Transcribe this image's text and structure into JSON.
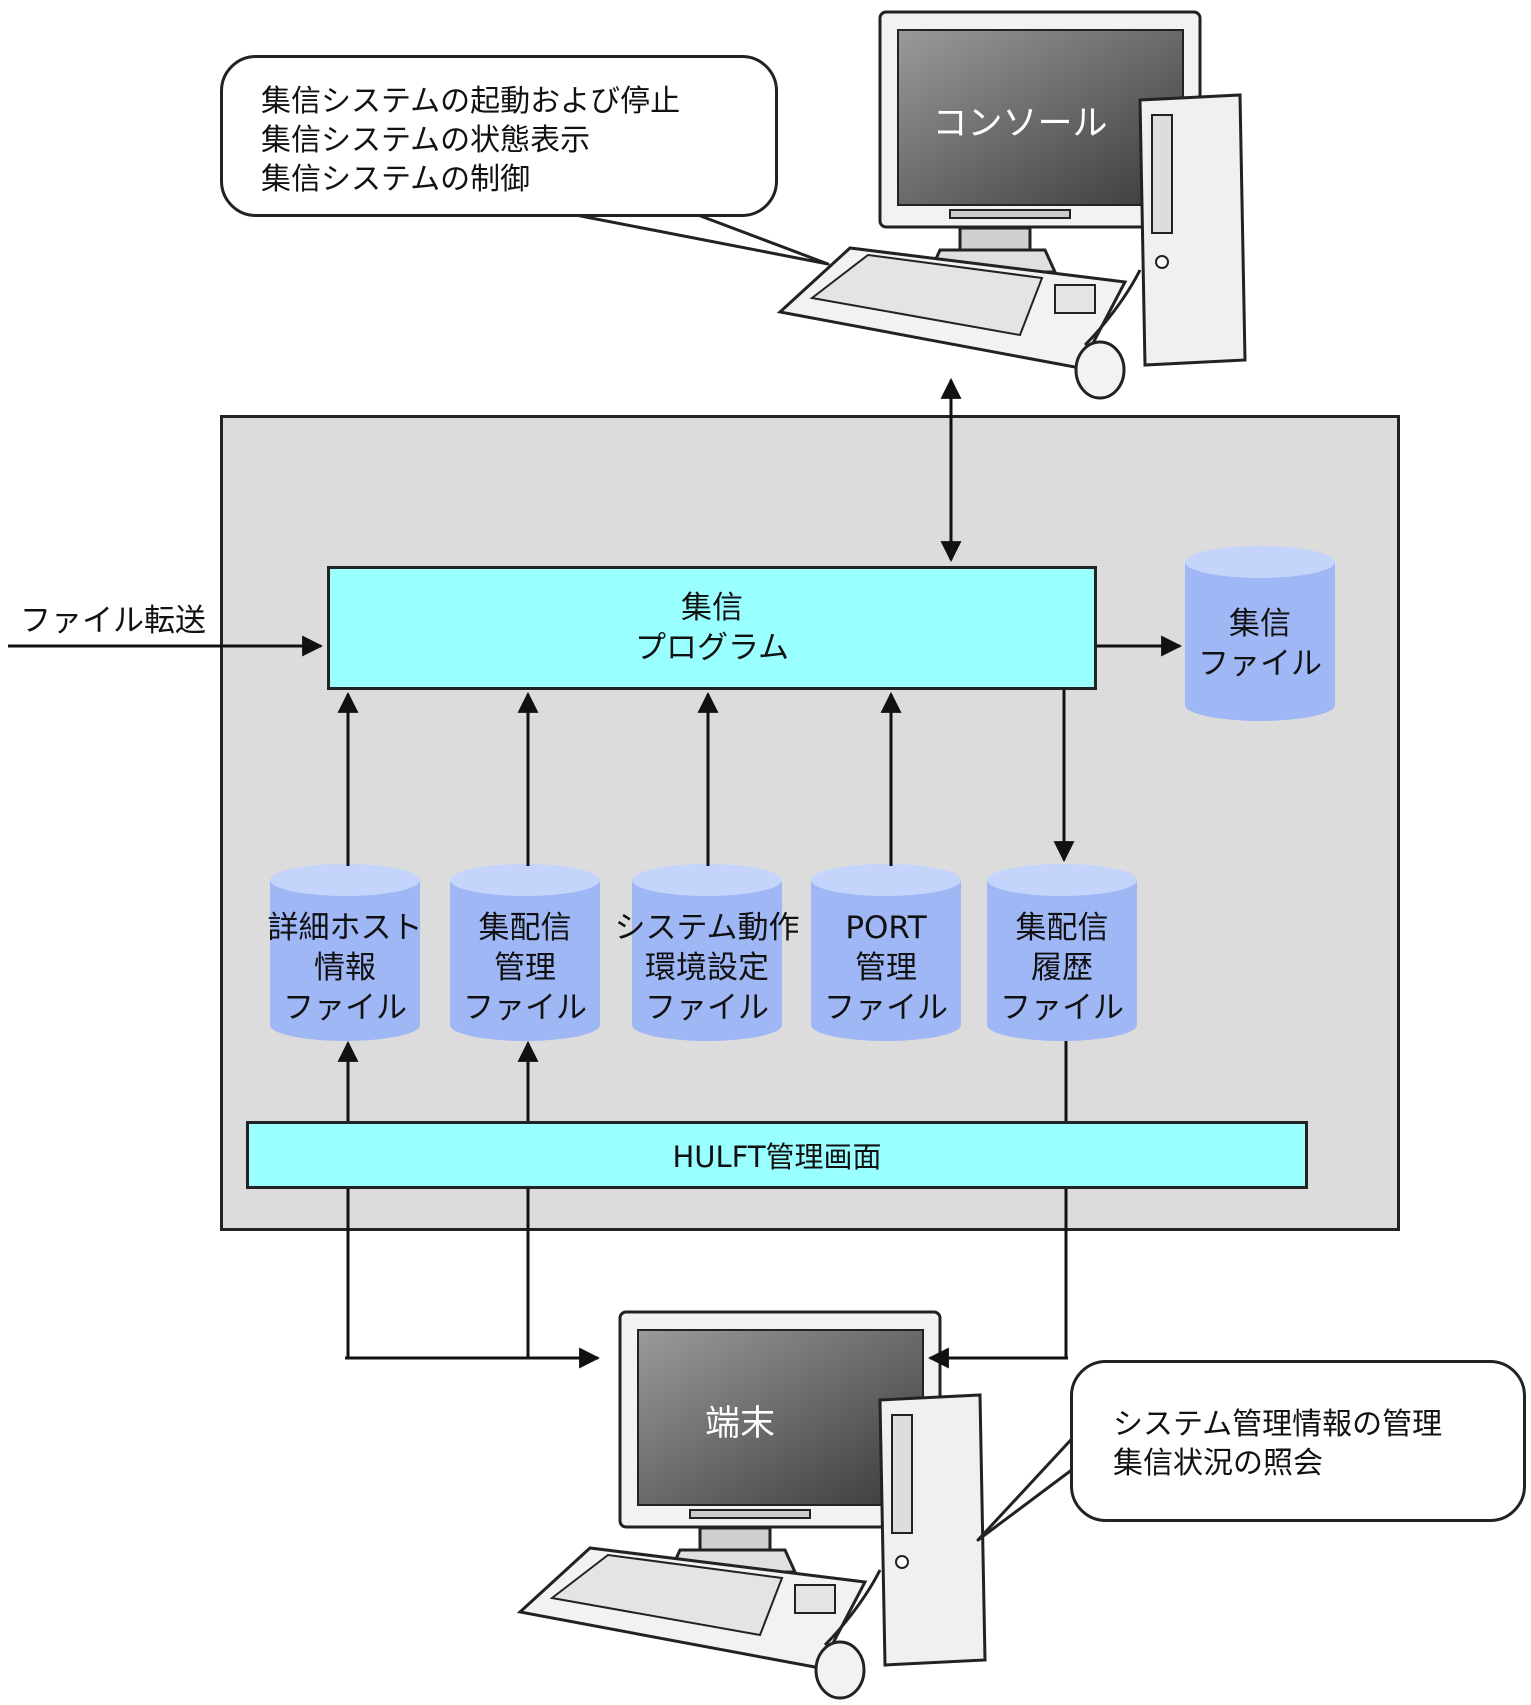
{
  "colors": {
    "system_background": "#dcdcdc",
    "program_box": "#99ffff",
    "cylinder": "#9fb7f5",
    "cylinder_top": "#c4d4fb",
    "outline": "#222222"
  },
  "console": {
    "screen_label": "コンソール",
    "callout_lines": [
      "集信システムの起動および停止",
      "集信システムの状態表示",
      "集信システムの制御"
    ]
  },
  "terminal": {
    "screen_label": "端末",
    "callout_lines": [
      "システム管理情報の管理",
      "集信状況の照会"
    ]
  },
  "input_label": "ファイル転送",
  "program": {
    "lines": [
      "集信",
      "プログラム"
    ]
  },
  "output_file": {
    "lines": [
      "集信",
      "ファイル"
    ]
  },
  "files": [
    {
      "lines": [
        "詳細ホスト",
        "情報",
        "ファイル"
      ]
    },
    {
      "lines": [
        "集配信",
        "管理",
        "ファイル"
      ]
    },
    {
      "lines": [
        "システム動作",
        "環境設定",
        "ファイル"
      ]
    },
    {
      "lines": [
        "PORT",
        "管理",
        "ファイル"
      ]
    },
    {
      "lines": [
        "集配信",
        "履歴",
        "ファイル"
      ]
    }
  ],
  "management_screen": {
    "label": "HULFT管理画面"
  }
}
